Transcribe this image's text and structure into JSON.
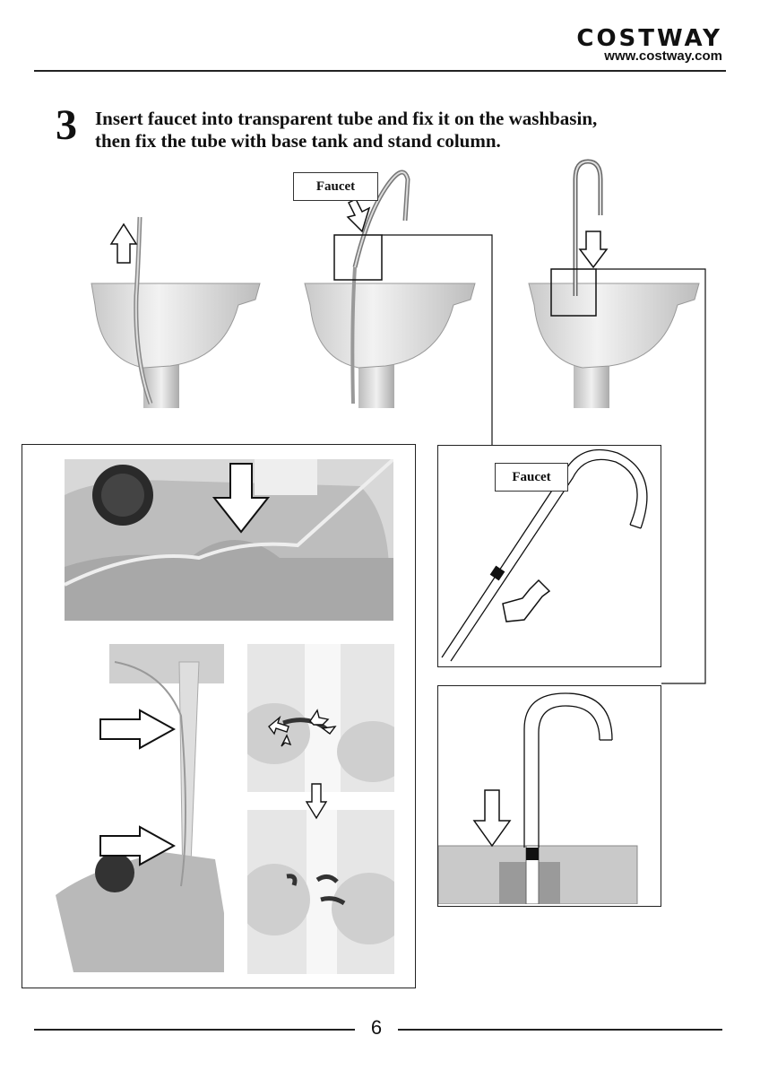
{
  "header": {
    "brand": "COSTWAY",
    "url": "www.costway.com"
  },
  "step": {
    "number": "3",
    "line1": "Insert faucet into transparent tube and fix it on the washbasin,",
    "line2": "then fix the tube with base tank and stand column."
  },
  "callouts": {
    "faucet_top": "Faucet",
    "faucet_detail": "Faucet"
  },
  "footer": {
    "page_number": "6"
  }
}
